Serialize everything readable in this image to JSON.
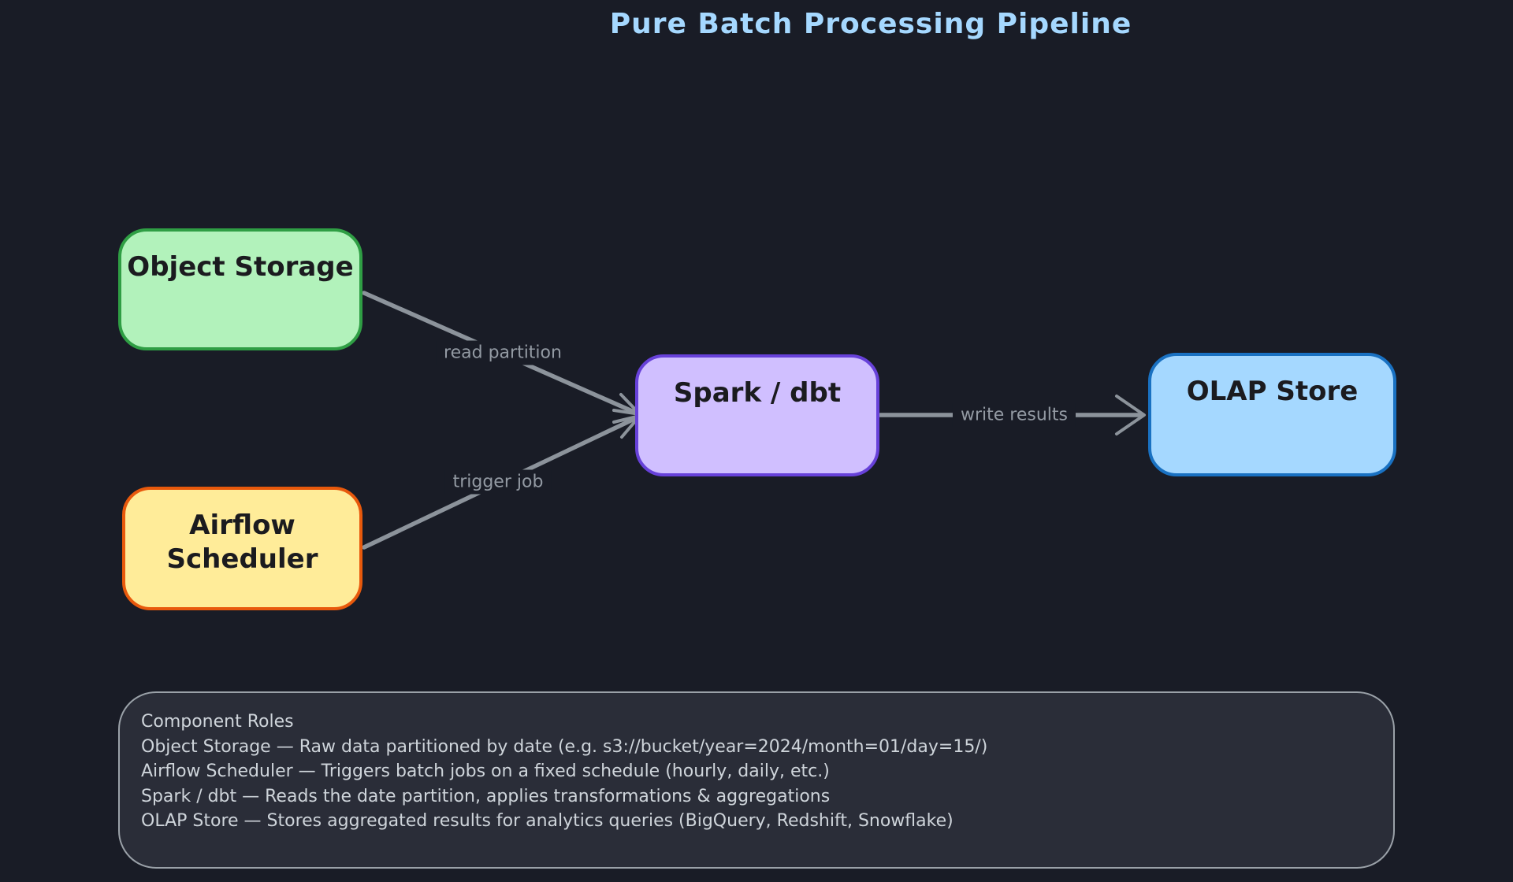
{
  "title": "Pure Batch Processing Pipeline",
  "nodes": [
    {
      "id": "object-storage",
      "label": "Object Storage",
      "fill": "#b2f2bb",
      "stroke": "#2f9e44"
    },
    {
      "id": "airflow-scheduler",
      "label": "Airflow Scheduler",
      "fill": "#ffec99",
      "stroke": "#e8590c"
    },
    {
      "id": "spark-dbt",
      "label": "Spark / dbt",
      "fill": "#d0bfff",
      "stroke": "#6741d9"
    },
    {
      "id": "olap-store",
      "label": "OLAP Store",
      "fill": "#a5d8ff",
      "stroke": "#1971c2"
    }
  ],
  "edges": [
    {
      "from": "Object Storage",
      "to": "Spark / dbt",
      "label": "read partition"
    },
    {
      "from": "Airflow Scheduler",
      "to": "Spark / dbt",
      "label": "trigger job"
    },
    {
      "from": "Spark / dbt",
      "to": "OLAP Store",
      "label": "write results"
    }
  ],
  "notes": {
    "heading": "Component Roles",
    "lines": [
      "Object Storage — Raw data partitioned by date (e.g. s3://bucket/year=2024/month=01/day=15/)",
      "Airflow Scheduler — Triggers batch jobs on a fixed schedule (hourly, daily, etc.)",
      "Spark / dbt — Reads the date partition, applies transformations & aggregations",
      "OLAP Store — Stores aggregated results for analytics queries (BigQuery, Redshift, Snowflake)"
    ]
  },
  "colors": {
    "background": "#191c26",
    "panel_fill": "#2a2d38",
    "panel_border": "#9aa1a8",
    "arrow": "#8c939b",
    "edge_label": "#939aa3",
    "title": "#a5d8ff",
    "node_text": "#1b1b1f",
    "notes_text": "#ced4da"
  }
}
